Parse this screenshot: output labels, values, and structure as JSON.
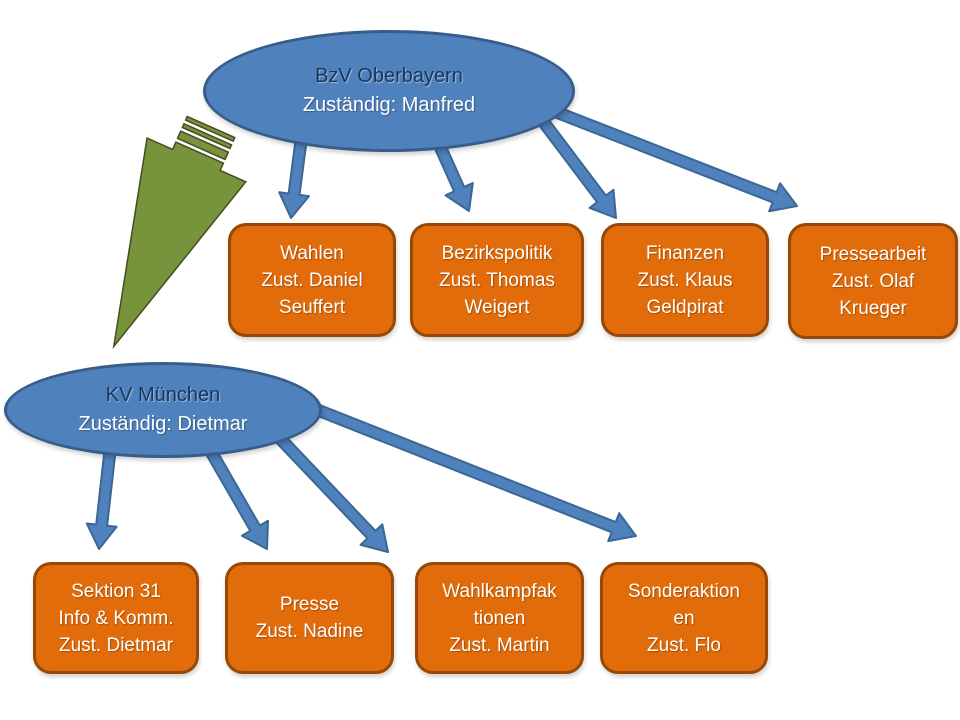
{
  "colors": {
    "node_blue": "#4f81bd",
    "node_blue_border": "#385d8a",
    "box_orange": "#e36c0a",
    "box_orange_border": "#974806",
    "arrow_blue": "#4f81bd",
    "arrow_blue_border": "#3a6893",
    "green_arrow": "#77933c",
    "green_arrow_border": "#454d20",
    "title_text": "#17365d",
    "body_text": "#ffffff"
  },
  "org_oberbayern": {
    "root": {
      "title": "BzV Oberbayern",
      "subtitle": "Zuständig: Manfred"
    },
    "departments": [
      {
        "text": "Wahlen\nZust. Daniel\nSeuffert"
      },
      {
        "text": "Bezirkspolitik\nZust. Thomas\nWeigert"
      },
      {
        "text": "Finanzen\nZust. Klaus\nGeldpirat"
      },
      {
        "text": "Pressearbeit\nZust. Olaf\nKrueger"
      }
    ]
  },
  "org_muenchen": {
    "root": {
      "title": "KV München",
      "subtitle": "Zuständig: Dietmar"
    },
    "departments": [
      {
        "text": "Sektion 31\nInfo & Komm.\nZust. Dietmar"
      },
      {
        "text": "Presse\nZust. Nadine"
      },
      {
        "text": "Wahlkampfak\ntionen\nZust. Martin"
      },
      {
        "text": "Sonderaktion\nen\nZust. Flo"
      }
    ]
  }
}
